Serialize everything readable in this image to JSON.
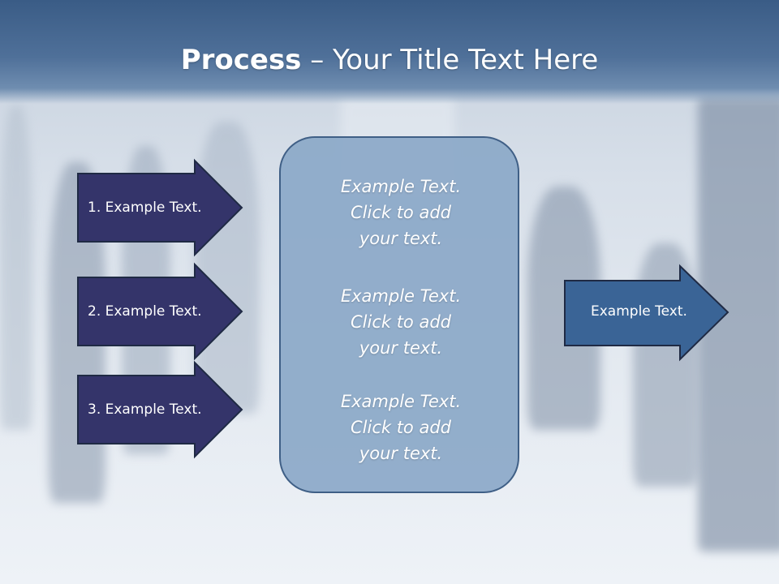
{
  "title": {
    "bold": "Process",
    "rest": " – Your Title Text Here"
  },
  "colors": {
    "header": "#3a5c86",
    "left_arrow_fill": "#34346a",
    "right_arrow_fill": "#3a6496",
    "center_box_fill": "#8ba8c8"
  },
  "left_arrows": [
    {
      "label": "1. Example Text."
    },
    {
      "label": "2. Example Text."
    },
    {
      "label": "3. Example Text."
    }
  ],
  "center_box": {
    "items": [
      "Example Text.\nClick  to add\nyour text.",
      "Example Text.\nClick  to add\nyour text.",
      "Example Text.\nClick  to add\nyour text."
    ]
  },
  "right_arrow": {
    "label": "Example Text."
  }
}
